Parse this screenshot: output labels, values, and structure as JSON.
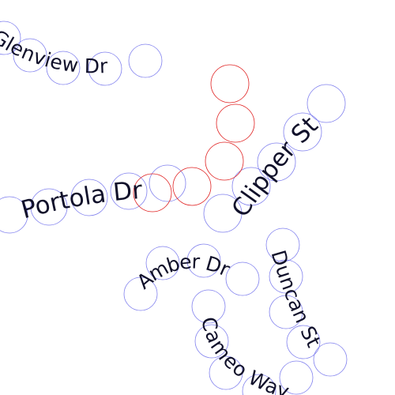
{
  "map": {
    "styles": {
      "background": "#ffffff",
      "label_color": "#10102a",
      "label_circle_color": "#8080ee",
      "highlight_circle_color": "#e02020"
    },
    "labels": {
      "glenview": "Glenview Dr",
      "portola": "Portola Dr",
      "clipper": "Clipper St",
      "amber": "Amber Dr",
      "duncan": "Duncan St",
      "cameo": "Cameo Way"
    }
  }
}
